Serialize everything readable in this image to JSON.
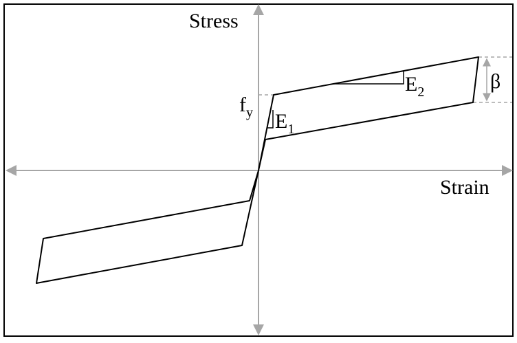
{
  "diagram": {
    "y_axis_label": "Stress",
    "x_axis_label": "Strain",
    "yield_label": "f",
    "yield_subscript": "y",
    "initial_stiffness_label": "E",
    "initial_stiffness_subscript": "1",
    "hardening_stiffness_label": "E",
    "hardening_stiffness_subscript": "2",
    "beta_label": "β",
    "colors": {
      "curve": "#000000",
      "axis": "#a6a6a6",
      "frame": "#000000"
    }
  }
}
